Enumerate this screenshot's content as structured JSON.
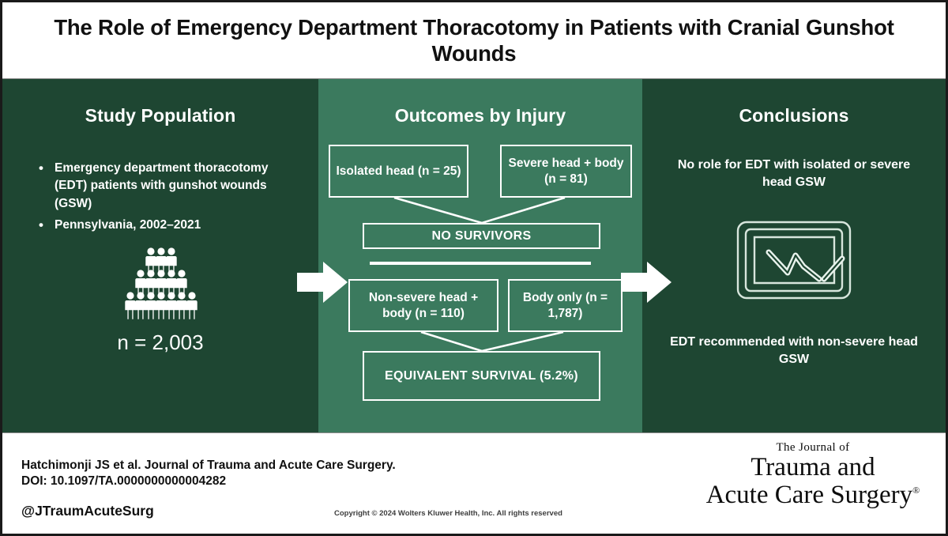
{
  "title": "The Role of Emergency Department Thoracotomy in Patients with Cranial Gunshot Wounds",
  "colors": {
    "dark_green": "#1E4632",
    "mid_green": "#3B7A5E",
    "white": "#FFFFFF",
    "frame": "#1A1A1A"
  },
  "left_panel": {
    "heading": "Study Population",
    "bullets": [
      "Emergency department thoracotomy (EDT) patients with gunshot wounds (GSW)",
      "Pennsylvania, 2002–2021"
    ],
    "figure_icon": "people-pyramid-icon",
    "n_label": "n = 2,003"
  },
  "middle_panel": {
    "heading": "Outcomes by Injury",
    "boxes": {
      "isolated_head": "Isolated head (n = 25)",
      "severe_head_body": "Severe head + body (n = 81)",
      "no_survivors": "NO SURVIVORS",
      "non_severe_head_body": "Non-severe head + body (n = 110)",
      "body_only": "Body only (n = 1,787)",
      "equivalent_survival": "EQUIVALENT SURVIVAL (5.2%)"
    }
  },
  "right_panel": {
    "heading": "Conclusions",
    "statement_top": "No role for EDT with isolated or severe head GSW",
    "icon": "signature-tablet-stylus-icon",
    "statement_bottom": "EDT recommended with non-severe head GSW"
  },
  "arrows": {
    "left_arrow_icon": "right-arrow-icon",
    "right_arrow_icon": "right-arrow-icon"
  },
  "footer": {
    "citation": "Hatchimonji JS et al. Journal of Trauma and Acute Care Surgery.",
    "doi": "DOI: 10.1097/TA.0000000000004282",
    "handle": "@JTraumAcuteSurg",
    "copyright": "Copyright © 2024  Wolters Kluwer Health, Inc. All rights reserved",
    "logo": {
      "line1": "The Journal of",
      "line2": "Trauma and",
      "line3": "Acute Care Surgery",
      "registered": "®"
    }
  },
  "chart_data": {
    "type": "diagram",
    "title": "Outcomes by Injury",
    "nodes": [
      {
        "id": "isolated_head",
        "label": "Isolated head (n = 25)",
        "n": 25,
        "group": "no-survivors"
      },
      {
        "id": "severe_head_body",
        "label": "Severe head + body (n = 81)",
        "n": 81,
        "group": "no-survivors"
      },
      {
        "id": "no_survivors",
        "label": "NO SURVIVORS",
        "survival_pct": 0
      },
      {
        "id": "non_severe_head_body",
        "label": "Non-severe head + body (n = 110)",
        "n": 110,
        "group": "equivalent-survival"
      },
      {
        "id": "body_only",
        "label": "Body only (n = 1,787)",
        "n": 1787,
        "group": "equivalent-survival"
      },
      {
        "id": "equivalent_survival",
        "label": "EQUIVALENT SURVIVAL (5.2%)",
        "survival_pct": 5.2
      }
    ],
    "edges": [
      {
        "from": "isolated_head",
        "to": "no_survivors"
      },
      {
        "from": "severe_head_body",
        "to": "no_survivors"
      },
      {
        "from": "non_severe_head_body",
        "to": "equivalent_survival"
      },
      {
        "from": "body_only",
        "to": "equivalent_survival"
      }
    ],
    "total_n": 2003
  }
}
